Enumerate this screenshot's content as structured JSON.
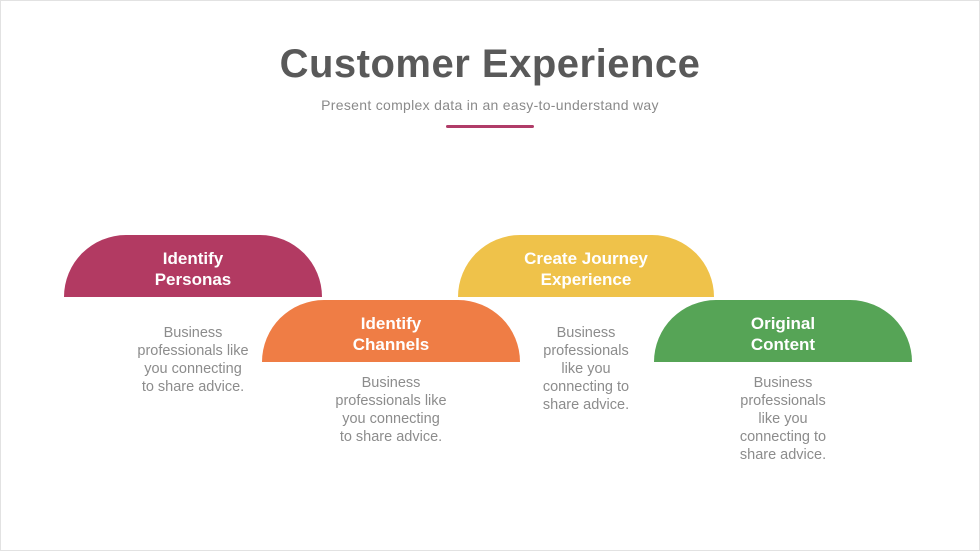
{
  "header": {
    "title": "Customer Experience",
    "subtitle": "Present complex data in an easy-to-understand way",
    "accent_color": "#b03c68"
  },
  "steps": [
    {
      "title": "Identify\nPersonas",
      "description": "Business\nprofessionals like\nyou connecting\nto share advice.",
      "color": "#b23a62"
    },
    {
      "title": "Identify\nChannels",
      "description": "Business\nprofessionals like\nyou connecting\nto share advice.",
      "color": "#ef7d45"
    },
    {
      "title": "Create Journey\nExperience",
      "description": "Business\nprofessionals\nlike you\nconnecting to\nshare advice.",
      "color": "#efc24a"
    },
    {
      "title": "Original\nContent",
      "description": "Business\nprofessionals\nlike you\nconnecting to\nshare advice.",
      "color": "#56a456"
    }
  ]
}
